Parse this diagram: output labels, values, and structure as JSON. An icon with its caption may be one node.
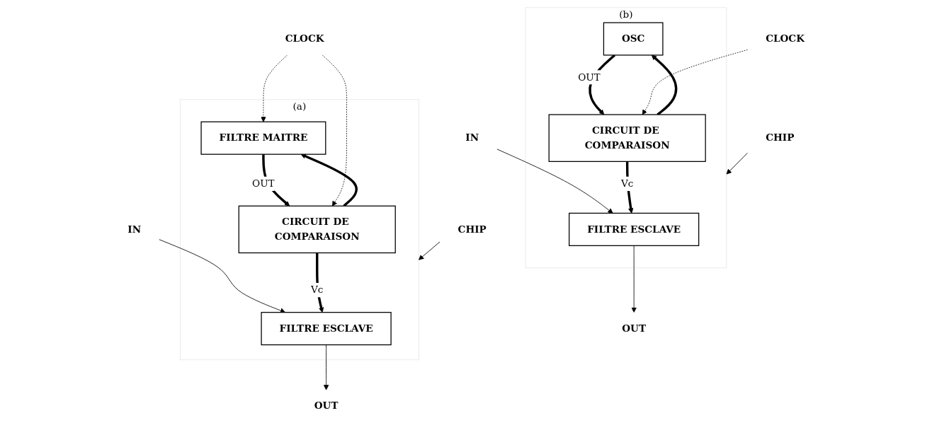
{
  "diagram": {
    "nodes": [
      {
        "text": [
          "IN"
        ]
      },
      {
        "text": [
          "OUT"
        ]
      },
      {
        "text": [
          "(a)"
        ]
      },
      {
        "text": [
          "FILTRE ESCLAVE"
        ],
        "in": 2
      },
      {
        "text": [
          "FILTRE MAITRE"
        ],
        "in": 2
      },
      {
        "text": [
          "CIRCUIT DE COMPARAISON"
        ],
        "in": 2
      },
      {
        "text": [
          "CHIP"
        ]
      },
      {
        "text": [
          "CLOCK"
        ]
      },
      {
        "text": [
          "IN"
        ]
      },
      {
        "text": [
          "OUT"
        ]
      },
      {
        "text": [
          "(b)"
        ]
      },
      {
        "text": [
          "FILTRE ESCLAVE"
        ],
        "in": 10
      },
      {
        "text": [
          "OSC"
        ],
        "in": 10
      },
      {
        "text": [
          "CIRCUIT DE COMPARAISON"
        ],
        "in": 10
      },
      {
        "text": [
          "CHIP"
        ]
      },
      {
        "text": [
          "CLOCK"
        ]
      }
    ],
    "edges": [
      {
        "from": 0,
        "to": 3,
        "arrow": "to"
      },
      {
        "from": 3,
        "to": 1,
        "arrow": "to"
      },
      {
        "from": 4,
        "to": 5,
        "arrow": "to",
        "label": "OUT",
        "style": "thick"
      },
      {
        "from": 5,
        "to": 3,
        "arrow": "to",
        "label": "Vc",
        "style": "thick"
      },
      {
        "from": 5,
        "to": 4,
        "arrow": "to",
        "style": "thick"
      },
      {
        "from": 6,
        "to": 2,
        "arrow": "to"
      },
      {
        "from": 7,
        "to": 5,
        "arrow": "to",
        "style": "dashed"
      },
      {
        "from": 7,
        "to": 4,
        "arrow": "to",
        "style": "dashed"
      },
      {
        "from": 8,
        "to": 11,
        "arrow": "to"
      },
      {
        "from": 11,
        "to": 9,
        "arrow": "to"
      },
      {
        "from": 12,
        "to": 13,
        "arrow": "to",
        "label": "OUT",
        "style": "thick"
      },
      {
        "from": 13,
        "to": 11,
        "arrow": "to",
        "label": "Vc",
        "style": "thick"
      },
      {
        "from": 13,
        "to": 12,
        "arrow": "to",
        "style": "thick"
      },
      {
        "from": 14,
        "to": 10,
        "arrow": "to"
      },
      {
        "from": 15,
        "to": 13,
        "arrow": "to",
        "style": "dashed"
      }
    ]
  }
}
